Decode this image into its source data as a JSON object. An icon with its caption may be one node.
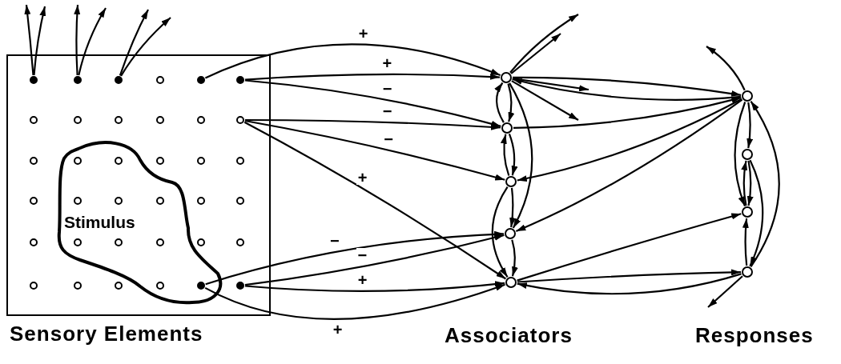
{
  "diagram": {
    "nodes": [
      {
        "text": [
          "Sensory Elements"
        ]
      },
      {
        "text": [
          "Stimulus"
        ],
        "in": 0
      },
      {
        "text": [],
        "shape": "circle",
        "in": 0
      },
      {
        "text": [],
        "shape": "circle",
        "in": 0
      },
      {
        "text": [],
        "shape": "circle",
        "in": 0
      },
      {
        "text": [],
        "shape": "circle",
        "in": 0
      },
      {
        "text": [],
        "shape": "circle",
        "in": 0
      },
      {
        "text": [],
        "shape": "circle",
        "in": 0
      },
      {
        "text": [],
        "shape": "circle",
        "in": 0
      },
      {
        "text": [],
        "shape": "circle",
        "in": 0
      },
      {
        "text": [],
        "shape": "circle",
        "in": 0
      },
      {
        "text": [],
        "shape": "circle",
        "in": 0
      },
      {
        "text": [],
        "shape": "circle",
        "in": 0
      },
      {
        "text": [],
        "shape": "circle",
        "in": 0
      },
      {
        "text": [],
        "shape": "circle",
        "in": 0
      },
      {
        "text": [],
        "shape": "circle",
        "in": 1
      },
      {
        "text": [],
        "shape": "circle",
        "in": 1
      },
      {
        "text": [],
        "shape": "circle",
        "in": 0
      },
      {
        "text": [],
        "shape": "circle",
        "in": 0
      },
      {
        "text": [],
        "shape": "circle",
        "in": 0
      },
      {
        "text": [],
        "shape": "circle",
        "in": 0
      },
      {
        "text": [],
        "shape": "circle",
        "in": 1
      },
      {
        "text": [],
        "shape": "circle",
        "in": 1
      },
      {
        "text": [],
        "shape": "circle",
        "in": 1
      },
      {
        "text": [],
        "shape": "circle",
        "in": 0
      },
      {
        "text": [],
        "shape": "circle",
        "in": 0
      },
      {
        "text": [],
        "shape": "circle",
        "in": 0
      },
      {
        "text": [],
        "shape": "circle",
        "in": 1
      },
      {
        "text": [],
        "shape": "circle",
        "in": 1
      },
      {
        "text": [],
        "shape": "circle",
        "in": 1
      },
      {
        "text": [],
        "shape": "circle",
        "in": 0
      },
      {
        "text": [],
        "shape": "circle",
        "in": 0
      },
      {
        "text": [],
        "shape": "circle",
        "in": 0
      },
      {
        "text": [],
        "shape": "circle",
        "in": 0
      },
      {
        "text": [],
        "shape": "circle",
        "in": 0
      },
      {
        "text": [],
        "shape": "circle",
        "in": 1
      },
      {
        "text": [],
        "shape": "circle",
        "in": 1
      },
      {
        "text": [],
        "shape": "circle",
        "in": 0
      },
      {
        "text": [],
        "shape": "circle"
      },
      {
        "text": [],
        "shape": "circle"
      },
      {
        "text": [],
        "shape": "circle"
      },
      {
        "text": [],
        "shape": "circle"
      },
      {
        "text": [],
        "shape": "circle"
      },
      {
        "text": [],
        "shape": "circle"
      },
      {
        "text": [],
        "shape": "circle"
      },
      {
        "text": [],
        "shape": "circle"
      },
      {
        "text": [],
        "shape": "circle"
      }
    ],
    "edges": [
      {
        "from": 2,
        "to": null,
        "arrow": "to"
      },
      {
        "from": 2,
        "to": null,
        "arrow": "to"
      },
      {
        "from": 3,
        "to": null,
        "arrow": "to"
      },
      {
        "from": 3,
        "to": null,
        "arrow": "to"
      },
      {
        "from": 4,
        "to": null,
        "arrow": "to"
      },
      {
        "from": 4,
        "to": null,
        "arrow": "to"
      },
      {
        "from": 6,
        "to": 38,
        "arrow": "to",
        "label": "+"
      },
      {
        "from": 7,
        "to": 38,
        "arrow": "to",
        "label": "+"
      },
      {
        "from": 7,
        "to": 39,
        "arrow": "to",
        "label": "−"
      },
      {
        "from": 13,
        "to": 39,
        "arrow": "to",
        "label": "−"
      },
      {
        "from": 13,
        "to": 40,
        "arrow": "to",
        "label": "−"
      },
      {
        "from": 13,
        "to": 42,
        "arrow": "to",
        "label": "+"
      },
      {
        "from": 36,
        "to": 41,
        "arrow": "to",
        "label": "−"
      },
      {
        "from": 37,
        "to": 41,
        "arrow": "to",
        "label": "−"
      },
      {
        "from": 37,
        "to": 42,
        "arrow": "to",
        "label": "+"
      },
      {
        "from": 36,
        "to": 42,
        "arrow": "to",
        "label": "+"
      },
      {
        "from": 38,
        "to": 39,
        "arrow": "to"
      },
      {
        "from": 39,
        "to": 38,
        "arrow": "to"
      },
      {
        "from": 39,
        "to": 40,
        "arrow": "to"
      },
      {
        "from": 40,
        "to": 39,
        "arrow": "to"
      },
      {
        "from": 38,
        "to": 41,
        "arrow": "to"
      },
      {
        "from": 40,
        "to": 42,
        "arrow": "to"
      },
      {
        "from": 40,
        "to": 41,
        "arrow": "to"
      },
      {
        "from": 41,
        "to": 42,
        "arrow": "to"
      },
      {
        "from": 38,
        "to": null,
        "arrow": "to"
      },
      {
        "from": 38,
        "to": null,
        "arrow": "to"
      },
      {
        "from": 38,
        "to": null,
        "arrow": "to"
      },
      {
        "from": 38,
        "to": null,
        "arrow": "to"
      },
      {
        "from": 38,
        "to": 43,
        "arrow": "to"
      },
      {
        "from": 43,
        "to": 38,
        "arrow": "to"
      },
      {
        "from": 39,
        "to": 43,
        "arrow": "to"
      },
      {
        "from": 43,
        "to": 40,
        "arrow": "to"
      },
      {
        "from": 43,
        "to": 41,
        "arrow": "to"
      },
      {
        "from": 42,
        "to": 45,
        "arrow": "to"
      },
      {
        "from": 42,
        "to": 46,
        "arrow": "to"
      },
      {
        "from": 46,
        "to": 42,
        "arrow": "to"
      },
      {
        "from": 46,
        "to": null,
        "arrow": "to"
      },
      {
        "from": 43,
        "to": null,
        "arrow": "to"
      },
      {
        "from": 43,
        "to": 44,
        "arrow": "to"
      },
      {
        "from": 44,
        "to": 45,
        "arrow": "to"
      },
      {
        "from": 45,
        "to": 44,
        "arrow": "to"
      },
      {
        "from": 43,
        "to": 45,
        "arrow": "to"
      },
      {
        "from": 44,
        "to": 46,
        "arrow": "to"
      },
      {
        "from": 46,
        "to": 43,
        "arrow": "to"
      },
      {
        "from": 46,
        "to": 45,
        "arrow": "to"
      }
    ],
    "labels": [
      "Associators",
      "Responses"
    ]
  }
}
